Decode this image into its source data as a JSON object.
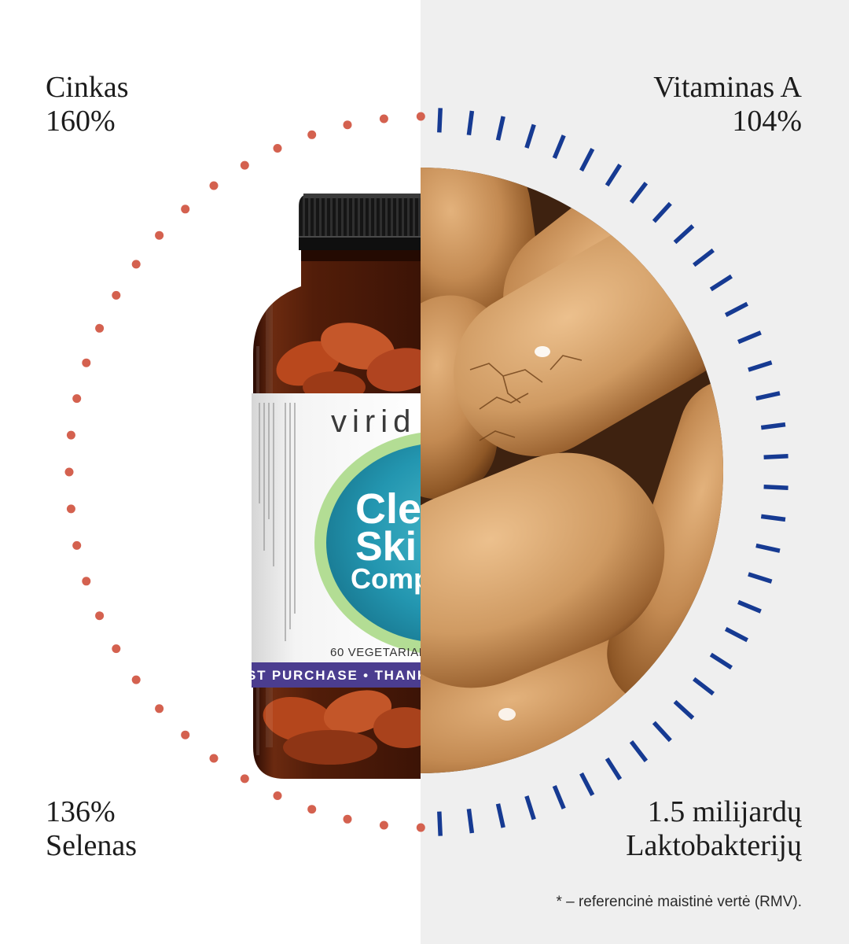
{
  "stats": {
    "top_left": {
      "label": "Cinkas",
      "value": "160%"
    },
    "top_right": {
      "label": "Vitaminas A",
      "value": "104%"
    },
    "bottom_left": {
      "value": "136%",
      "label": "Selenas"
    },
    "bottom_right": {
      "value": "1.5 milijardų",
      "label": "Laktobakterijų"
    }
  },
  "footnote": "* – referencinė maistinė vertė (RMV).",
  "product_label": {
    "brand": "virid",
    "title_lines": [
      "Cle",
      "Ski",
      "Comp"
    ],
    "capsule_count": "60 VEGETARIAN",
    "band_text": "ST PURCHASE • THANK Y"
  },
  "colors": {
    "left_panel": "#ffffff",
    "right_panel": "#efefef",
    "dot_ring": "#d4614f",
    "dash_ring": "#163a92",
    "text": "#1c1c1c",
    "label_teal": "#2396b0",
    "label_band": "#4b3d8f"
  }
}
